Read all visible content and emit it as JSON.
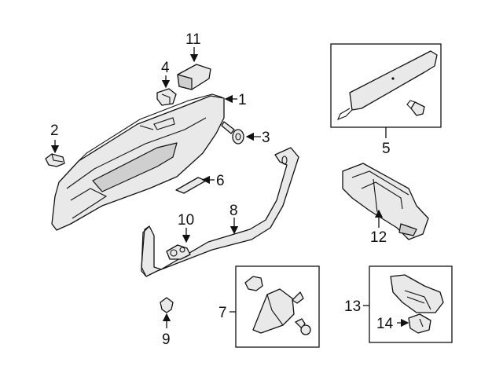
{
  "callouts": {
    "c1": "1",
    "c2": "2",
    "c3": "3",
    "c4": "4",
    "c5": "5",
    "c6": "6",
    "c7": "7",
    "c8": "8",
    "c9": "9",
    "c10": "10",
    "c11": "11",
    "c12": "12",
    "c13": "13",
    "c14": "14"
  },
  "colors": {
    "line": "#111111",
    "part_fill": "#e9e9e9",
    "background": "#ffffff"
  }
}
